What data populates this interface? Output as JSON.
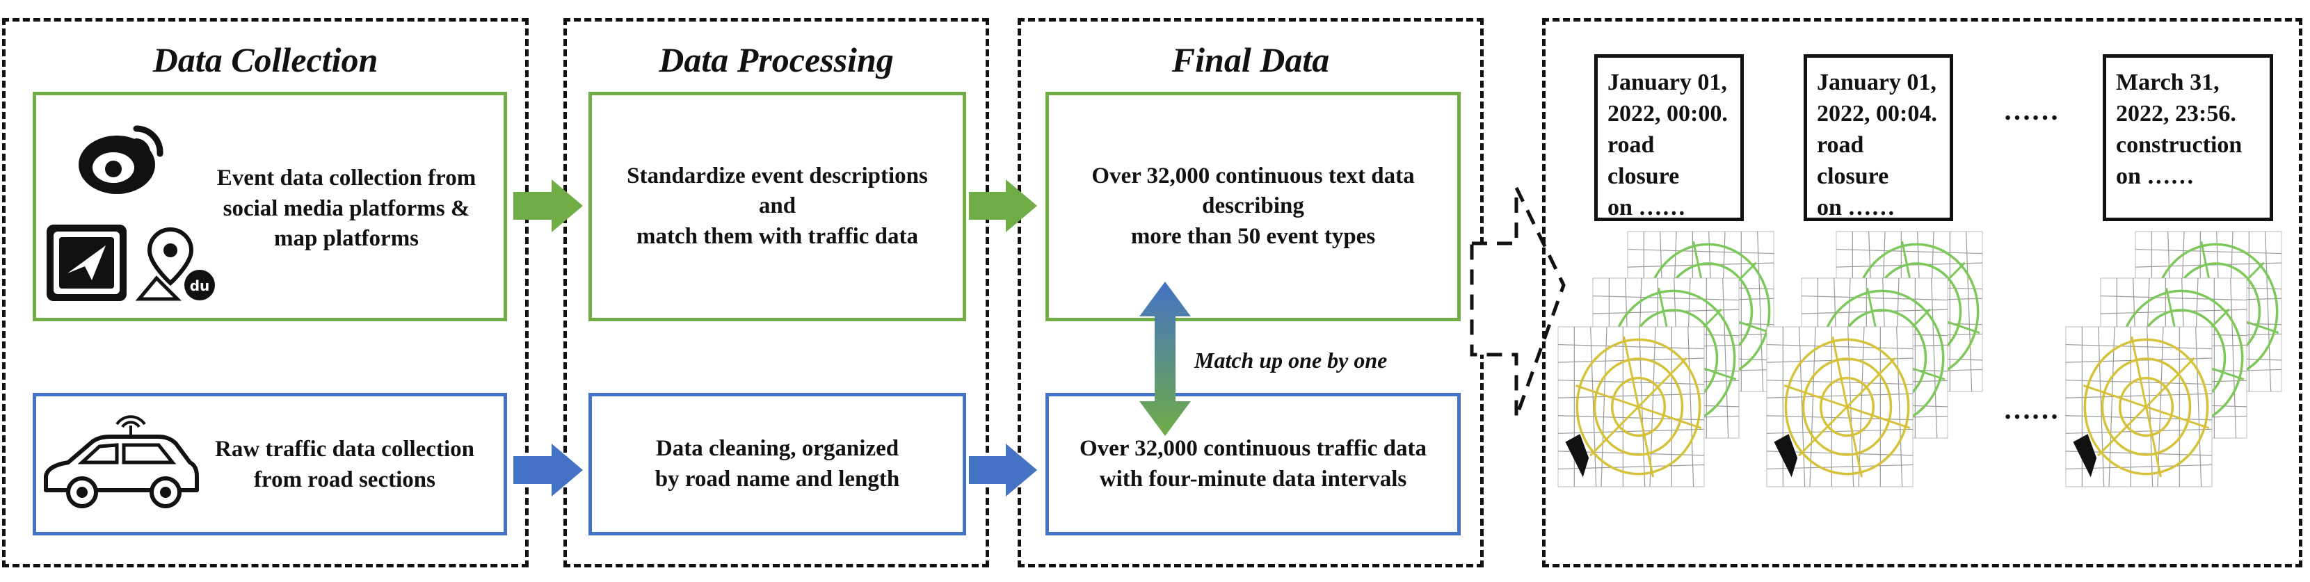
{
  "panels": {
    "collection_title": "Data Collection",
    "processing_title": "Data Processing",
    "final_title": "Final Data"
  },
  "boxes": {
    "event_collection": "Event data collection from\nsocial media platforms &\nmap platforms",
    "traffic_collection": "Raw traffic data collection\nfrom road sections",
    "standardize": "Standardize event descriptions\nand\nmatch them with traffic data",
    "cleaning": "Data cleaning, organized\nby road name and length",
    "final_text": "Over 32,000 continuous text data\ndescribing\nmore than 50 event types",
    "final_traffic": "Over 32,000 continuous traffic data\nwith four-minute data intervals"
  },
  "match_label": "Match up one by one",
  "cards": [
    "January 01,\n2022, 00:00.\nroad closure\non ……",
    "January 01,\n2022, 00:04.\nroad closure\non ……",
    "March 31,\n2022, 23:56.\nconstruction\non ……"
  ],
  "ellipsis_top": "……",
  "ellipsis_bottom": "……",
  "icons": [
    "weibo-icon",
    "amap-icon",
    "baidu-map-icon",
    "car-icon"
  ],
  "colors": {
    "green": "#70ad47",
    "blue": "#4472c4",
    "map_green": "#7cc85a",
    "map_yellow": "#d6c23a"
  }
}
